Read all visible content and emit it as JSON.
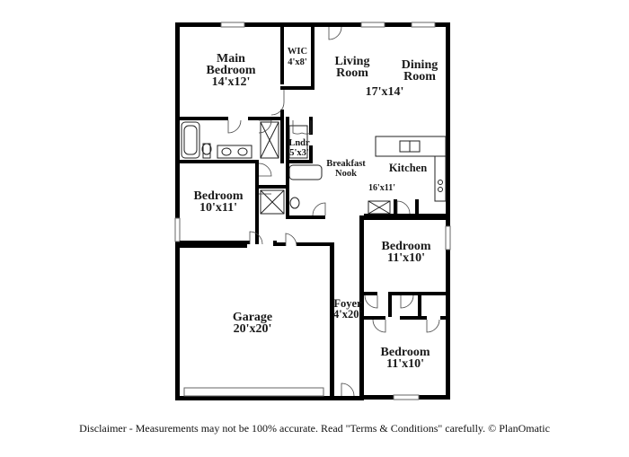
{
  "rooms": {
    "main_bedroom": {
      "name_line1": "Main",
      "name_line2": "Bedroom",
      "size": "14'x12'"
    },
    "wic": {
      "name": "WIC",
      "size": "4'x8'"
    },
    "living_room": {
      "name_line1": "Living",
      "name_line2": "Room"
    },
    "dining_room": {
      "name_line1": "Dining",
      "name_line2": "Room"
    },
    "living_dining_size": "17'x14'",
    "laundry": {
      "name": "Lndr",
      "size": "5'x3'"
    },
    "breakfast_nook": {
      "name_line1": "Breakfast",
      "name_line2": "Nook"
    },
    "kitchen": {
      "name": "Kitchen",
      "size": "16'x11'"
    },
    "bedroom_west": {
      "name": "Bedroom",
      "size": "10'x11'"
    },
    "bedroom_east_upper": {
      "name": "Bedroom",
      "size": "11'x10'"
    },
    "bedroom_east_lower": {
      "name": "Bedroom",
      "size": "11'x10'"
    },
    "garage": {
      "name": "Garage",
      "size": "20'x20'"
    },
    "foyer": {
      "name": "Foyer",
      "size": "4'x20'"
    }
  },
  "disclaimer": "Disclaimer - Measurements may not be 100% accurate. Read \"Terms & Conditions\" carefully. © PlanOmatic"
}
